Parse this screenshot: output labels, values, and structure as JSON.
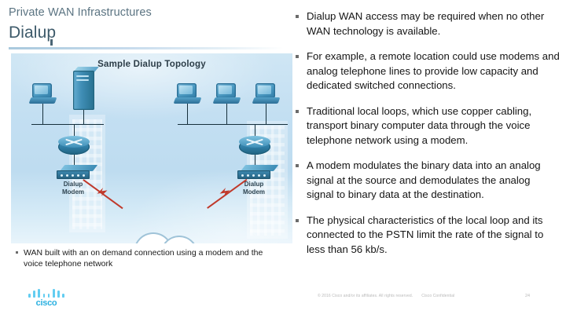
{
  "header": {
    "eyebrow": "Private WAN Infrastructures",
    "title": "Dialup"
  },
  "figure": {
    "title": "Sample Dialup Topology",
    "left_modem_label": "Dialup\nModem",
    "left_modem_line1": "Dialup",
    "left_modem_line2": "Modem",
    "right_modem_line1": "Dialup",
    "right_modem_line2": "Modem",
    "caption": "WAN built with an on demand connection using a modem and the voice telephone network",
    "devices": {
      "left_pc": "pc-icon",
      "left_server": "server-icon",
      "left_switch": "switch-icon",
      "left_modem": "modem-icon",
      "right_pc_1": "pc-icon",
      "right_pc_2": "pc-icon",
      "right_pc_3": "pc-icon",
      "right_switch": "switch-icon",
      "right_modem": "modem-icon",
      "cloud": "pstn-cloud-icon",
      "co_left": "central-office-switch-icon",
      "co_right": "central-office-switch-icon"
    }
  },
  "bullets": [
    "Dialup WAN access may be required when no other WAN technology is available.",
    "For example, a remote location could use modems and analog telephone lines to provide low capacity and dedicated switched connections.",
    "Traditional local loops, which use copper cabling, transport binary computer data through the voice telephone network using a modem.",
    "A modem modulates the binary data into an analog signal at the source and demodulates the analog signal to binary data at the destination.",
    "The physical characteristics of the local loop and its connected to the PSTN limit the rate of the signal to less than 56 kb/s."
  ],
  "footer": {
    "copyright": "© 2016  Cisco and/or its affiliates. All rights reserved.",
    "confidentiality": "Cisco Confidential",
    "page_number": "24"
  },
  "brand": {
    "logo_text": "cisco",
    "logo_color": "#2ab0e0",
    "bar_color": "#63cdf1"
  },
  "colors": {
    "eyebrow": "#5b7482",
    "title": "#3d5a6a",
    "body_text": "#151515",
    "bullet_marker": "#6b6b6b",
    "figure_bg": "#c3dff2",
    "device_blue": "#2e7ba3",
    "link_red": "#c0392b"
  }
}
